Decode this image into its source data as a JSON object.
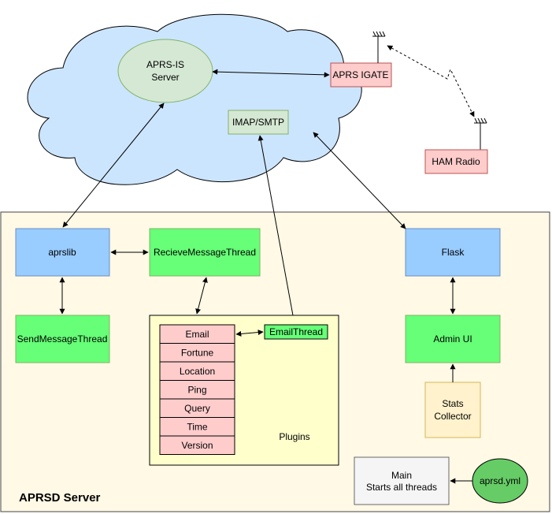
{
  "diagram": {
    "cloud": {
      "aprs_is_line1": "APRS-IS",
      "aprs_is_line2": "Server",
      "imap_smtp": "IMAP/SMTP"
    },
    "aprs_igate": "APRS IGATE",
    "ham_radio": "HAM Radio",
    "server": {
      "title": "APRSD Server",
      "aprslib": "aprslib",
      "receive_thread": "RecieveMessageThread",
      "send_thread": "SendMessageThread",
      "flask": "Flask",
      "admin_ui": "Admin UI",
      "stats_line1": "Stats",
      "stats_line2": "Collector",
      "plugins_label": "Plugins",
      "email_thread": "EmailThread",
      "plugins": [
        "Email",
        "Fortune",
        "Location",
        "Ping",
        "Query",
        "Time",
        "Version"
      ],
      "main_line1": "Main",
      "main_line2": "Starts all threads",
      "config": "aprsd.yml"
    }
  },
  "colors": {
    "cloud_fill": "#cce5ff",
    "server_fill": "#fff9e6",
    "blue_box": "#99ccff",
    "green_box": "#66ff77",
    "light_green": "#d5e8d4",
    "pink_box": "#ffcccc",
    "plugins_fill": "#ffffcc",
    "stats_fill": "#fff2cc",
    "main_fill": "#f5f5f5",
    "config_fill": "#66cc66"
  }
}
